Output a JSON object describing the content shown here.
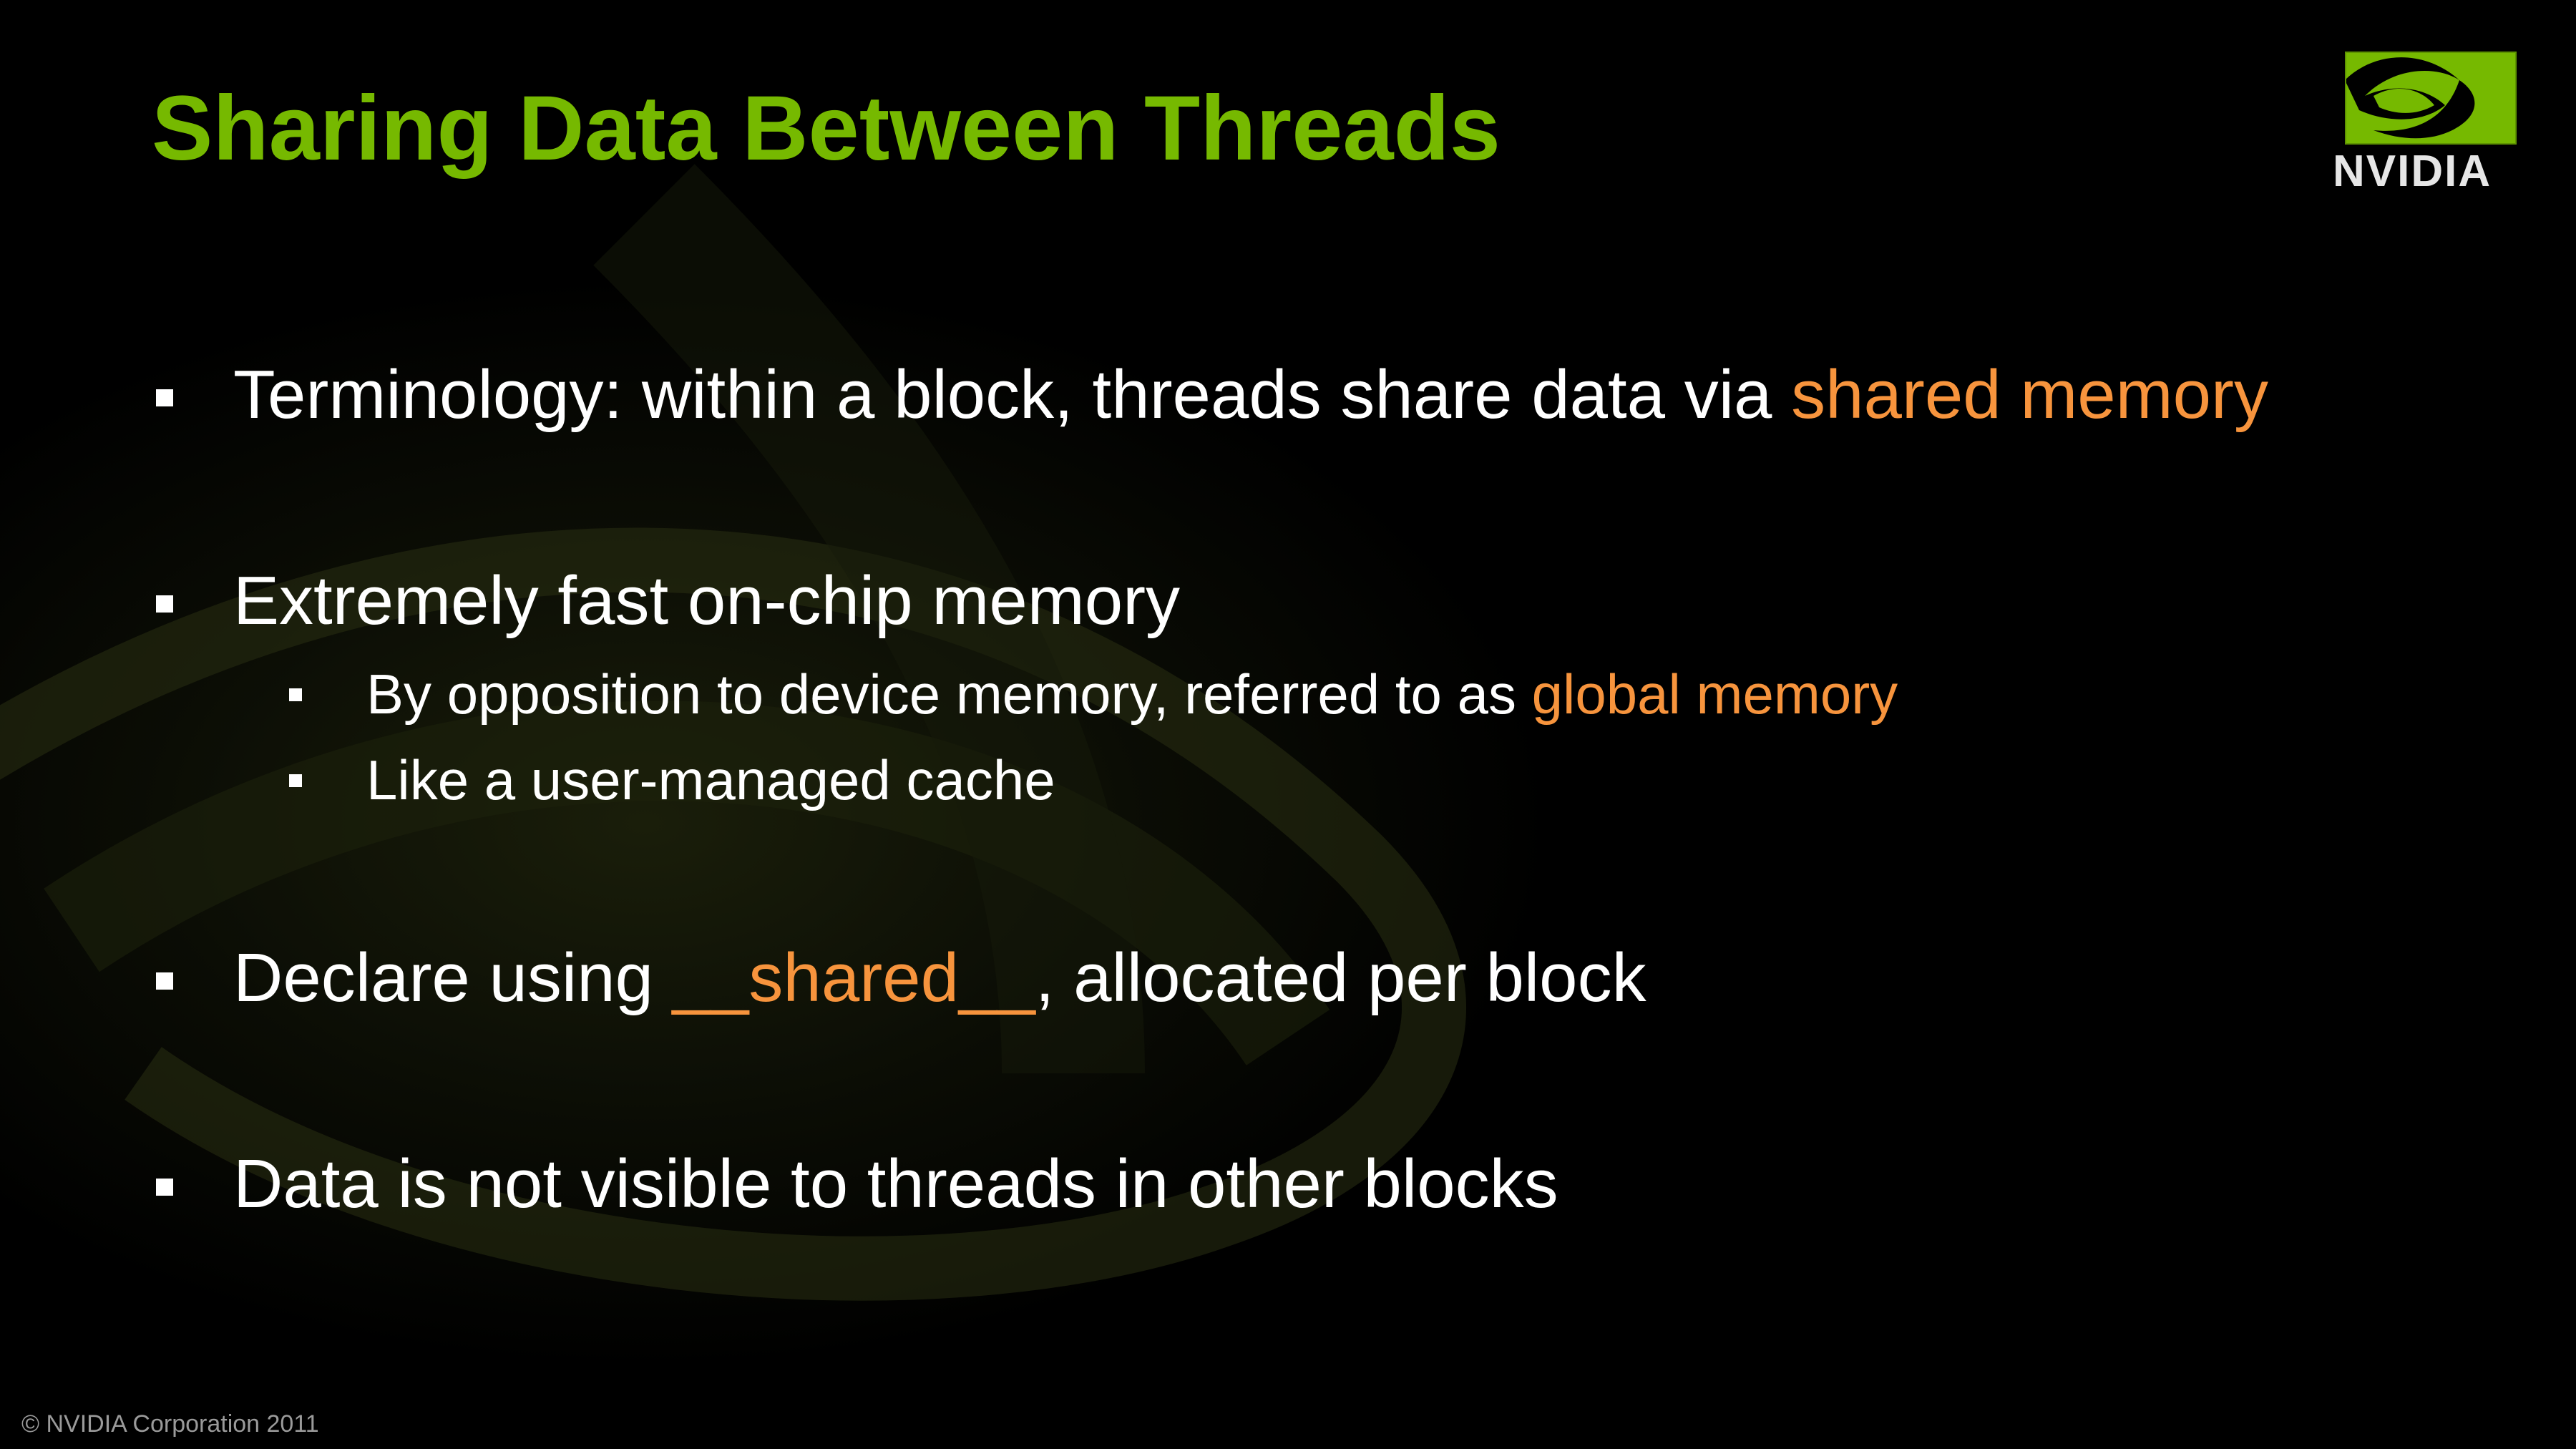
{
  "slide": {
    "title": "Sharing Data Between Threads",
    "logo": {
      "wordmark": "NVIDIA",
      "icon": "nvidia-eye-icon",
      "brand_color": "#76b900"
    },
    "colors": {
      "title": "#76b900",
      "highlight": "#f7943d",
      "text": "#ffffff",
      "background": "#000000"
    },
    "bullets": [
      {
        "text_before": "Terminology: within a block, threads share data via ",
        "highlight": "shared memory",
        "text_after": ""
      },
      {
        "text_before": "Extremely fast on-chip memory",
        "highlight": "",
        "text_after": ""
      },
      {
        "text_before": "By opposition to device memory, referred to as ",
        "highlight": "global memory",
        "text_after": ""
      },
      {
        "text_before": "Like a user-managed cache",
        "highlight": "",
        "text_after": ""
      },
      {
        "text_before": "Declare using ",
        "highlight": "__shared__",
        "text_after": ", allocated per block"
      },
      {
        "text_before": "Data is not visible to threads in other blocks",
        "highlight": "",
        "text_after": ""
      }
    ],
    "footer": "© NVIDIA Corporation 2011"
  }
}
